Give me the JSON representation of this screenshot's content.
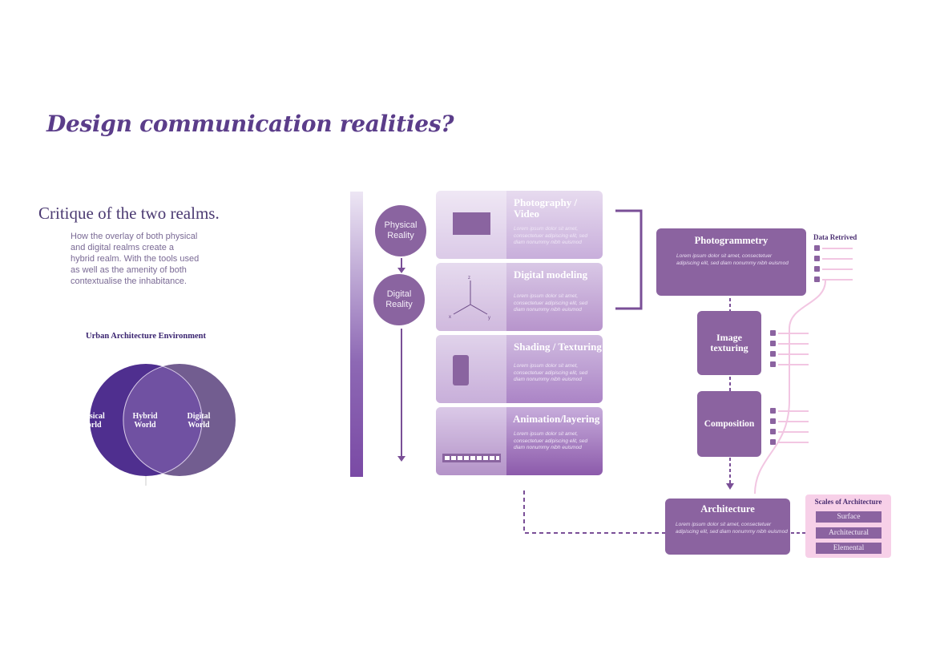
{
  "title": "Design communication realities?",
  "subtitle": "Critique of the two realms.",
  "description_lines": [
    "How the overlay of both physical",
    "and digital realms create a",
    "hybrid realm. With the tools used",
    "as well as the amenity of both",
    "contextualise the inhabitance."
  ],
  "venn": {
    "title": "Urban Architecture Environment",
    "left": [
      "Physical",
      "World"
    ],
    "middle": [
      "Hybrid",
      "World"
    ],
    "right": [
      "Digital",
      "World"
    ]
  },
  "realities": {
    "physical": [
      "Physical",
      "Reality"
    ],
    "digital": [
      "Digital",
      "Reality"
    ]
  },
  "cards": [
    {
      "title_lines": [
        "Photography /",
        "Video"
      ],
      "lorem": [
        "Lorem ipsum dolor sit amet,",
        "consectetuer adipiscing elit, sed",
        "diam nonummy nibh euismod"
      ]
    },
    {
      "title_lines": [
        "Digital modeling"
      ],
      "lorem": [
        "Lorem ipsum dolor sit amet,",
        "consectetuer adipiscing elit, sed",
        "diam nonummy nibh euismod"
      ]
    },
    {
      "title_lines": [
        "Shading / Texturing"
      ],
      "lorem": [
        "Lorem ipsum dolor sit amet,",
        "consectetuer adipiscing elit, sed",
        "diam nonummy nibh euismod"
      ]
    },
    {
      "title_lines": [
        "Animation/layering"
      ],
      "lorem": [
        "Lorem ipsum dolor sit amet,",
        "consectetuer adipiscing elit, sed",
        "diam nonummy nibh euismod"
      ]
    }
  ],
  "axes": {
    "z": "z",
    "x": "x",
    "y": "y"
  },
  "photogrammetry": {
    "title": "Photogrammetry",
    "lorem": [
      "Lorem ipsum dolor sit amet, consectetuer",
      "adipiscing elit, sed diam nonummy nibh euismod"
    ]
  },
  "data_retrieved": "Data Retrived",
  "image_texturing": [
    "Image",
    "texturing"
  ],
  "composition": "Composition",
  "architecture": {
    "title": "Architecture",
    "lorem": [
      "Lorem ipsum dolor sit amet, consectetuer",
      "adipiscing elit, sed diam nonummy nibh euismod"
    ]
  },
  "scales": {
    "title": "Scales of Architecture",
    "items": [
      "Surface",
      "Architectural",
      "Elemental"
    ]
  },
  "colors": {
    "title": "#5b3d8a",
    "box": "#8b63a0",
    "venn_left": "#4f2f8f",
    "venn_right": "#6f5a8e",
    "pink": "#f2c6e2"
  }
}
